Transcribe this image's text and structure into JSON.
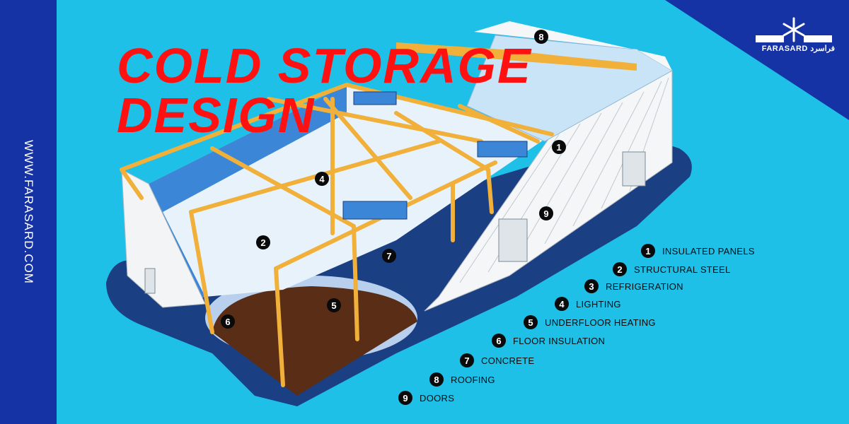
{
  "website": "WWW.FARASARD.COM",
  "logo": {
    "name": "snowflake-logo-icon",
    "text": "FARASARD فراسرد"
  },
  "title": {
    "line1": "COLD STORAGE",
    "line2": "DESIGN"
  },
  "colors": {
    "background": "#1ec0e8",
    "band": "#1633a6",
    "title": "#ff1111",
    "steel": "#f0b03a",
    "ground": "#1a3f82",
    "pit": "#5a2d16"
  },
  "markers": [
    "8",
    "1",
    "4",
    "9",
    "2",
    "7",
    "5",
    "6"
  ],
  "legend": [
    {
      "num": "1",
      "label": "INSULATED PANELS"
    },
    {
      "num": "2",
      "label": "STRUCTURAL STEEL"
    },
    {
      "num": "3",
      "label": "REFRIGERATION"
    },
    {
      "num": "4",
      "label": "LIGHTING"
    },
    {
      "num": "5",
      "label": "UNDERFLOOR HEATING"
    },
    {
      "num": "6",
      "label": "FLOOR INSULATION"
    },
    {
      "num": "7",
      "label": "CONCRETE"
    },
    {
      "num": "8",
      "label": "ROOFING"
    },
    {
      "num": "9",
      "label": "DOORS"
    }
  ]
}
